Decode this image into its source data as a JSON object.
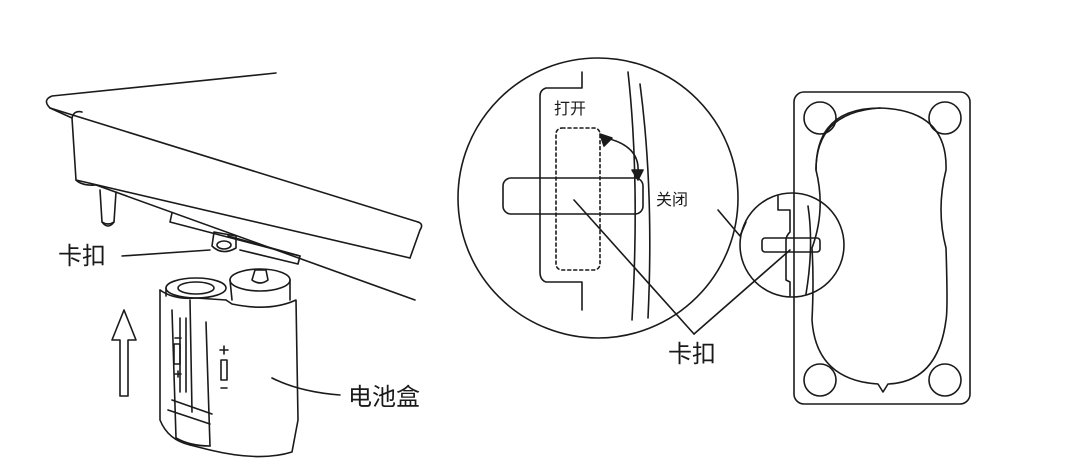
{
  "labels": {
    "clip_left": "卡扣",
    "battery_box": "电池盒",
    "open": "打开",
    "close": "关闭",
    "clip_right": "卡扣"
  },
  "colors": {
    "line": "#1a1a1a",
    "background": "#ffffff"
  }
}
